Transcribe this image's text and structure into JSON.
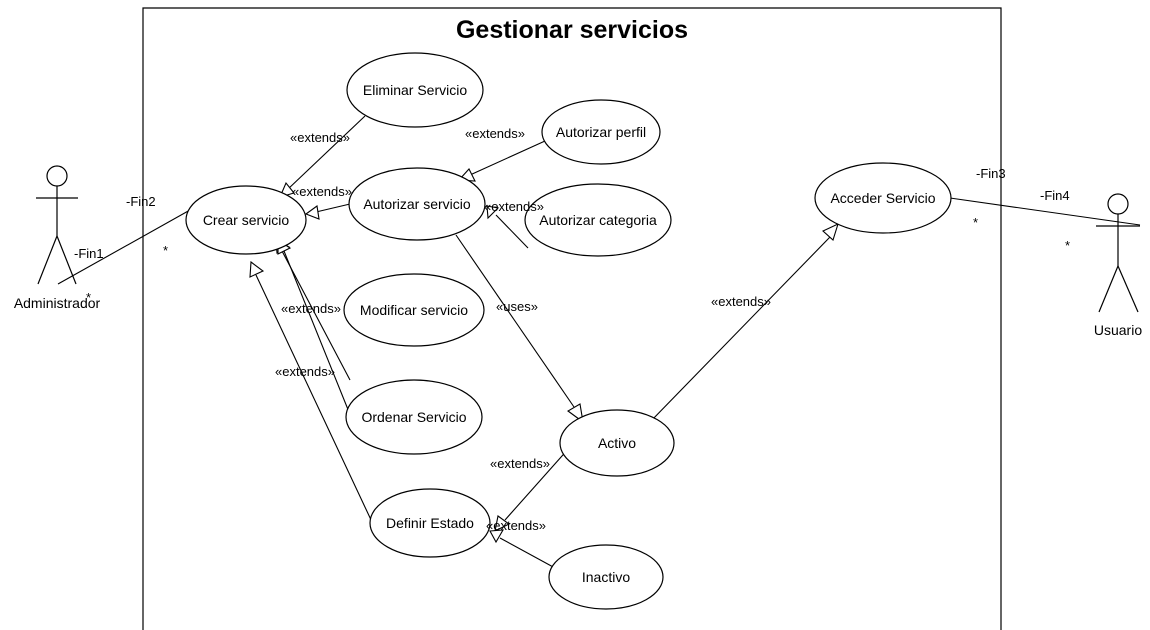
{
  "system": {
    "title": "Gestionar servicios"
  },
  "actors": {
    "admin": {
      "label": "Administrador"
    },
    "user": {
      "label": "Usuario"
    }
  },
  "use_cases": {
    "crear_servicio": "Crear servicio",
    "eliminar_servicio": "Eliminar Servicio",
    "autorizar_servicio": "Autorizar servicio",
    "autorizar_perfil": "Autorizar perfil",
    "autorizar_categoria": "Autorizar categoria",
    "modificar_servicio": "Modificar servicio",
    "ordenar_servicio": "Ordenar Servicio",
    "definir_estado": "Definir Estado",
    "activo": "Activo",
    "inactivo": "Inactivo",
    "acceder_servicio": "Acceder Servicio"
  },
  "relations": {
    "eliminar_extends": "«extends»",
    "autorizar_extends": "«extends»",
    "perfil_extends": "«extends»",
    "categoria_extends": "«extends»",
    "modificar_extends": "«extends»",
    "ordenar_extends": "«extends»",
    "uses": "«uses»",
    "acceder_extends": "«extends»",
    "activo_extends": "«extends»",
    "inactivo_extends": "«extends»"
  },
  "associations": {
    "admin_role": "-Fin1",
    "admin_mult": "*",
    "crear_role": "-Fin2",
    "crear_mult": "*",
    "acceder_role": "-Fin3",
    "acceder_mult": "*",
    "user_role": "-Fin4",
    "user_mult": "*"
  }
}
